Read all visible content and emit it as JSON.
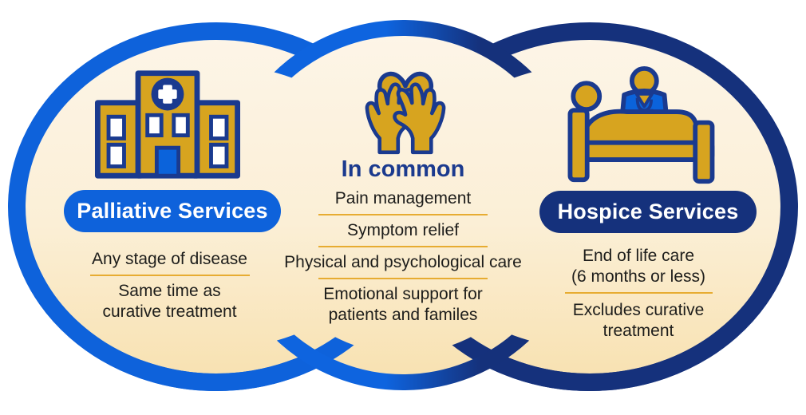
{
  "colors": {
    "bright_blue": "#0E62DB",
    "navy": "#15317C",
    "gold": "#D7A41F",
    "icon_outline": "#1A3A8F",
    "cream_top": "#FDF5E8",
    "cream_bottom": "#F8E1B0",
    "divider_gold": "#E7AC32",
    "text_dark": "#1D1D1B",
    "title_text": "#FFFFFF",
    "in_common_text": "#1B3A8E"
  },
  "left": {
    "title": "Palliative Services",
    "icon": "hospital-icon",
    "items": [
      [
        "Any stage of disease"
      ],
      [
        "Same time as",
        "curative treatment"
      ]
    ]
  },
  "middle": {
    "title": "In common",
    "icon": "hands-heart-icon",
    "items": [
      [
        "Pain management"
      ],
      [
        "Symptom relief"
      ],
      [
        "Physical and psychological care"
      ],
      [
        "Emotional support for",
        "patients and familes"
      ]
    ]
  },
  "right": {
    "title": "Hospice Services",
    "icon": "patient-bed-icon",
    "items": [
      [
        "End of life care",
        "(6 months or less)"
      ],
      [
        "Excludes curative",
        "treatment"
      ]
    ]
  }
}
